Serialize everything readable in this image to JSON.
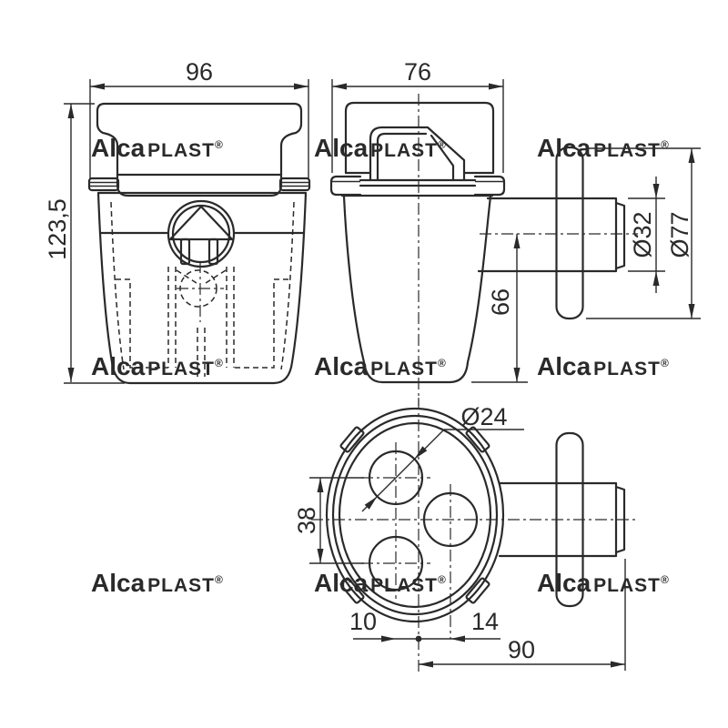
{
  "page": {
    "background": "#ffffff"
  },
  "drawing": {
    "line_color": "#2a2a2a",
    "dimensions": {
      "front_width": "96",
      "front_height": "123,5",
      "side_width": "76",
      "outlet_center_height": "66",
      "outlet_pipe_diameter": "Ø32",
      "flange_diameter": "Ø77",
      "inlet_hole_diameter": "Ø24",
      "inlet_hole_spacing": "38",
      "center_offset_left": "10",
      "center_offset_right": "14",
      "outlet_length": "90"
    },
    "watermark": {
      "text_bold": "Alca",
      "text_regular": "PLAST",
      "registered_mark": "®",
      "color": "#e4e4e4"
    }
  }
}
